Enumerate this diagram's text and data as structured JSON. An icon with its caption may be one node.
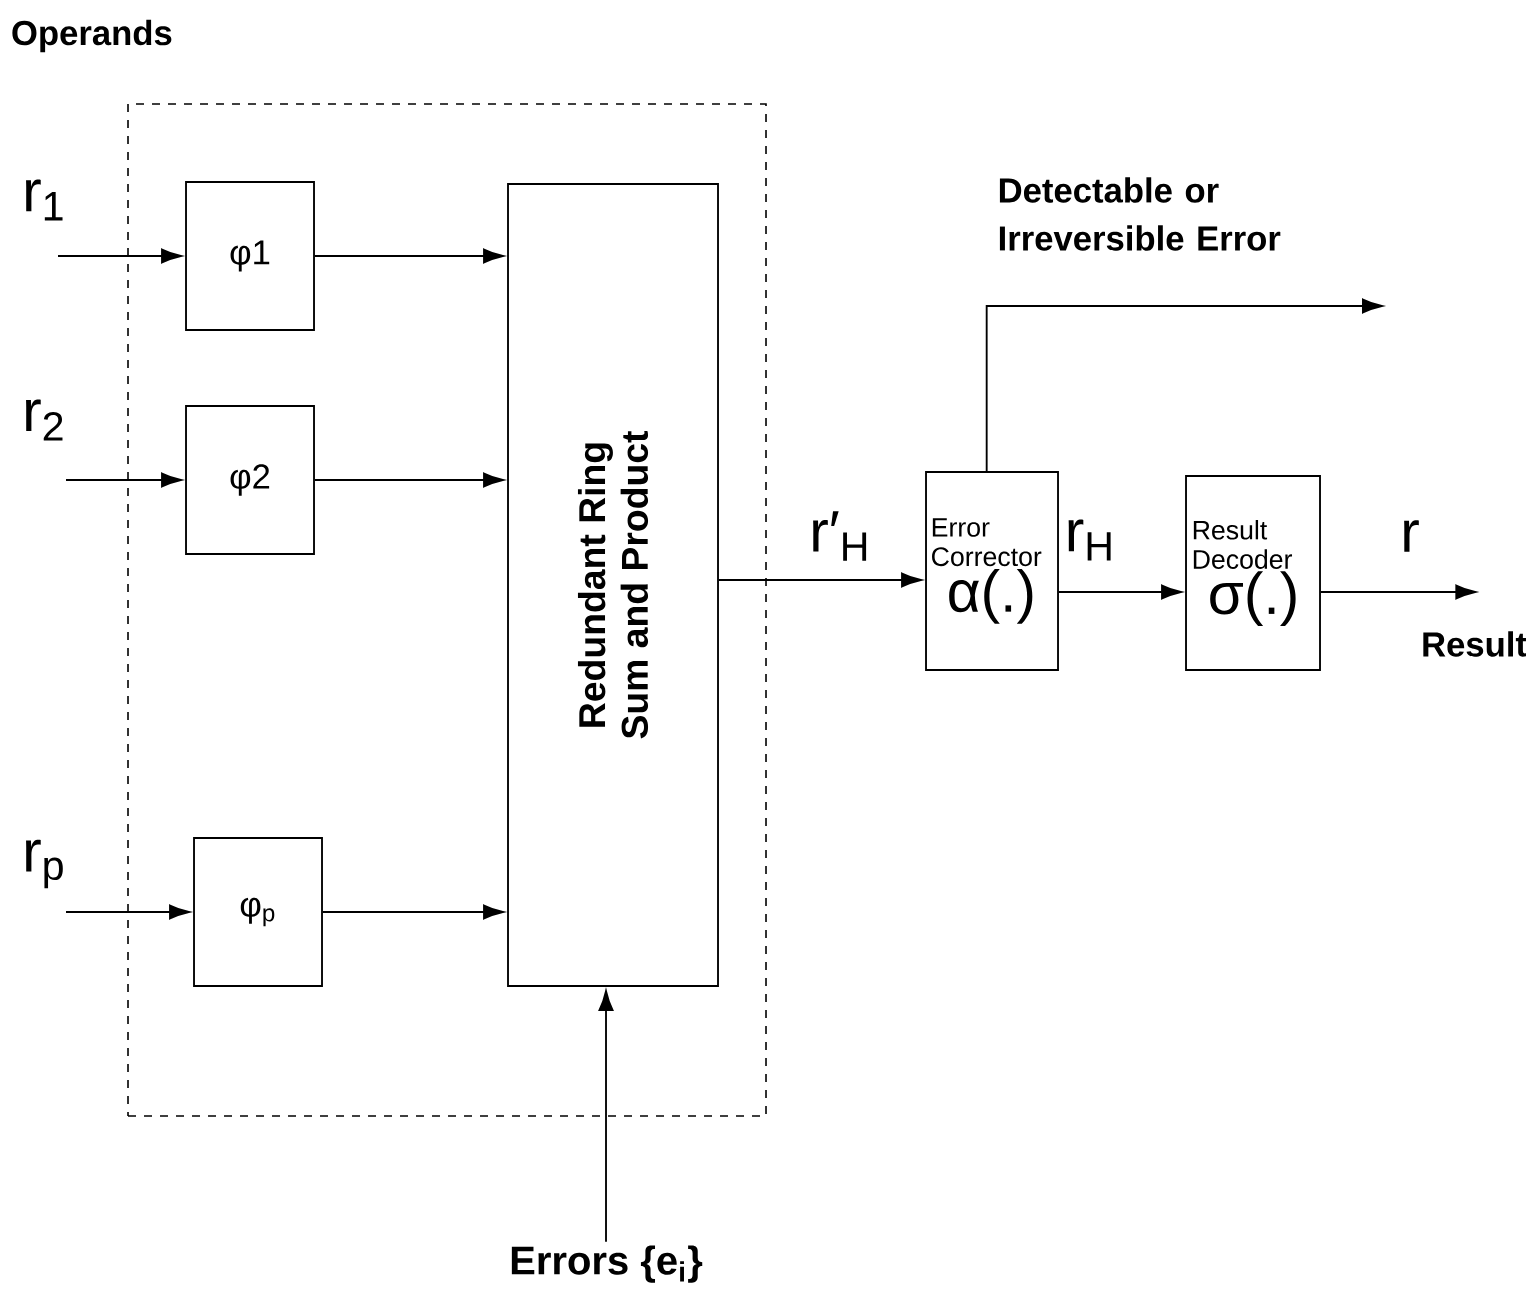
{
  "diagram": {
    "nodes": [
      {
        "text": [
          "Operands"
        ]
      },
      {
        "text": [
          "φ1"
        ],
        "in": 0
      },
      {
        "text": [
          "φ2"
        ],
        "in": 0
      },
      {
        "text": [
          "φ$_{p}$"
        ],
        "in": 0
      },
      {
        "text": [
          "Redundant Ring Sum and Product"
        ],
        "in": 0
      },
      {
        "text": [
          "Error Corrector",
          "α(.)"
        ]
      },
      {
        "text": [
          "Result Decoder",
          "σ(.)"
        ]
      },
      {
        "text": [
          "Errors {e$_{i}$}"
        ]
      },
      {
        "text": [
          "Result"
        ]
      }
    ],
    "edges": [
      {
        "from": null,
        "to": 1,
        "arrow": "to",
        "label": "r$_{1}$"
      },
      {
        "from": null,
        "to": 2,
        "arrow": "to",
        "label": "r$_{2}$"
      },
      {
        "from": null,
        "to": 3,
        "arrow": "to",
        "label": "r$_{p}$"
      },
      {
        "from": 1,
        "to": 4,
        "arrow": "to"
      },
      {
        "from": 2,
        "to": 4,
        "arrow": "to"
      },
      {
        "from": 3,
        "to": 4,
        "arrow": "to"
      },
      {
        "from": 4,
        "to": 5,
        "arrow": "to",
        "label": "r′$_{H}$"
      },
      {
        "from": 5,
        "to": 6,
        "arrow": "to",
        "label": "r$_{H}$"
      },
      {
        "from": 6,
        "to": 8,
        "arrow": "to",
        "label": "r"
      },
      {
        "from": 5,
        "to": null,
        "arrow": "to",
        "label": "Detectable or Irreversible Error"
      },
      {
        "from": 7,
        "to": 4,
        "arrow": "to"
      }
    ]
  }
}
